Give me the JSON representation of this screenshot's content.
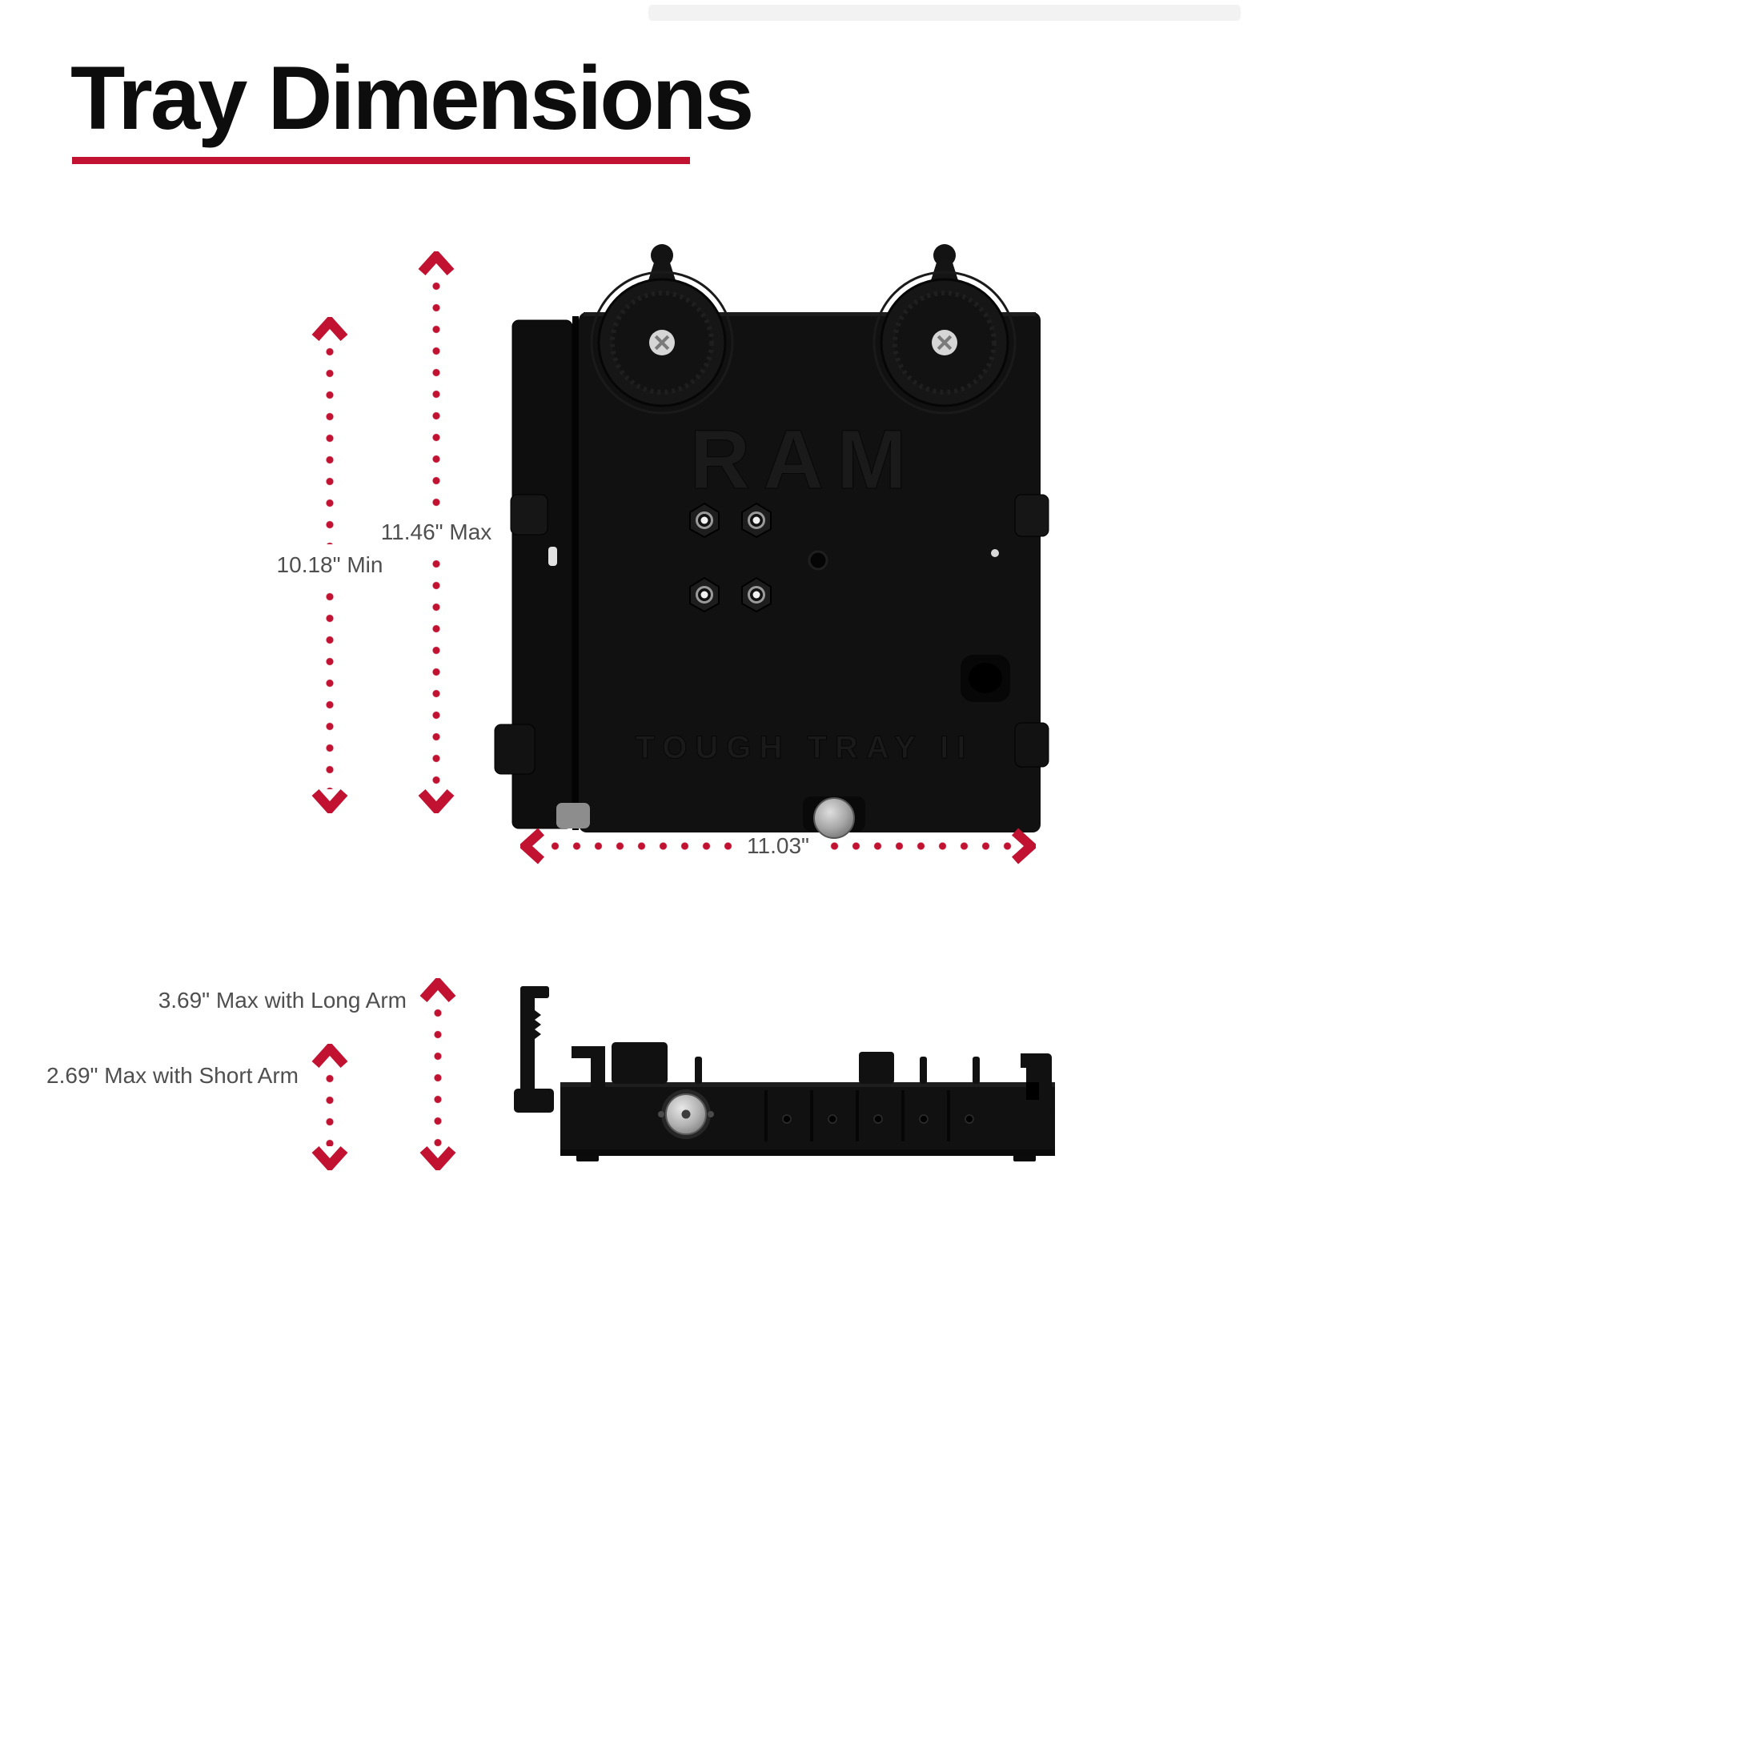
{
  "page": {
    "title": "Tray Dimensions"
  },
  "colors": {
    "accent_red": "#c21231",
    "label_gray": "#4f4f4f",
    "tray_black": "#111111"
  },
  "top_view": {
    "label_min": "10.18\" Min",
    "label_max": "11.46\" Max",
    "label_width": "11.03\""
  },
  "side_view": {
    "label_long_arm": "3.69\" Max with Long Arm",
    "label_short_arm": "2.69\" Max with Short Arm"
  },
  "embossed": {
    "brand": "RAM",
    "model": "TOUGH TRAY II"
  }
}
